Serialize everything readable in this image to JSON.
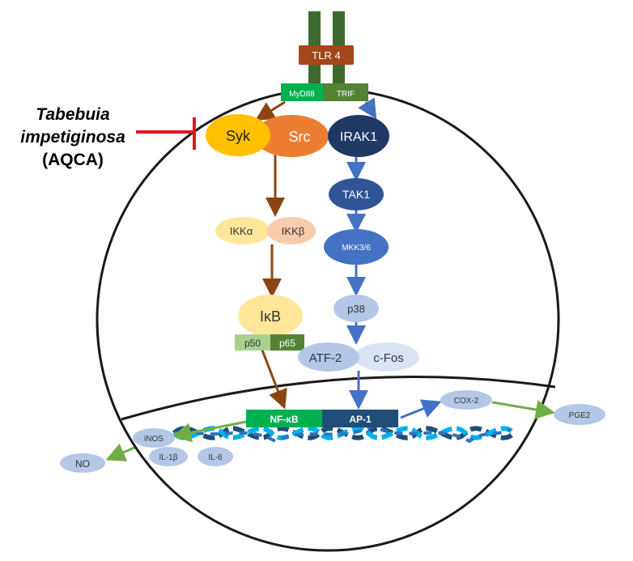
{
  "inhibitor": {
    "line1": "Tabebuia",
    "line2": "impetiginosa",
    "line3": "(AQCA)",
    "color": "#e8141d"
  },
  "receptor": {
    "label": "TLR 4",
    "color": "#a4471c",
    "stem_color": "#3d6a2f"
  },
  "adaptors": {
    "myd88": "MyD88",
    "trif": "TRIF"
  },
  "kinases": {
    "syk": "Syk",
    "src": "Src",
    "irak1": "IRAK1",
    "ikka": "IKKα",
    "ikkb": "IKKβ",
    "tak1": "TAK1",
    "mkk": "MKK3/6",
    "p38": "p38",
    "ikb": "IκB",
    "p50": "p50",
    "p65": "p65",
    "atf2": "ATF-2",
    "cfos": "c-Fos"
  },
  "nucleus": {
    "nfkb": "NF-κB",
    "ap1": "AP-1",
    "inos": "iNOS",
    "il1b": "IL-1β",
    "il6": "IL-6",
    "no": "NO",
    "cox2": "COX-2",
    "pge2": "PGE2"
  },
  "colors": {
    "brown_arrow": "#8b4513",
    "blue_arrow": "#4472c4",
    "green_arrow": "#70ad47",
    "syk": "#ffc000",
    "src": "#ed7d31",
    "irak1": "#1f3864",
    "tak1": "#2f5597",
    "mkk": "#4472c4",
    "light_blue": "#b4c7e7",
    "ikk_yellow": "#ffe699",
    "ikk_peach": "#f8cbad",
    "ikb": "#ffe699",
    "p50": "#a9d18e",
    "p65": "#548235",
    "nfkb": "#00b050",
    "ap1": "#1f4e79",
    "myd88": "#00b050",
    "trif": "#548235"
  }
}
